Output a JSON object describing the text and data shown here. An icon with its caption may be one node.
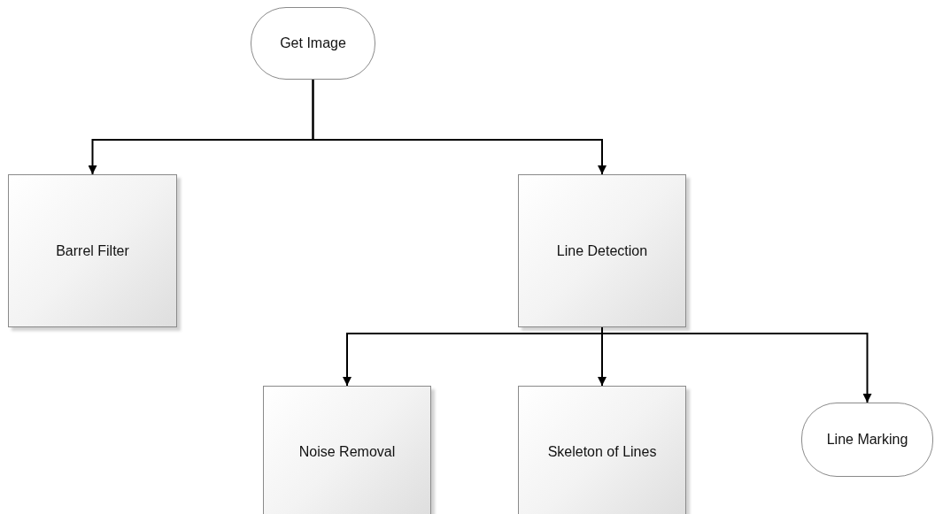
{
  "diagram": {
    "nodes": [
      {
        "text": [
          "Get Image"
        ]
      },
      {
        "text": [
          "Barrel Filter"
        ]
      },
      {
        "text": [
          "Line Detection"
        ]
      },
      {
        "text": [
          "Noise Removal"
        ]
      },
      {
        "text": [
          "Skeleton of Lines"
        ]
      },
      {
        "text": [
          "Line Marking"
        ]
      }
    ],
    "edges": [
      {
        "from": 0,
        "to": 1,
        "arrow": "to"
      },
      {
        "from": 0,
        "to": 2,
        "arrow": "to"
      },
      {
        "from": 2,
        "to": 3,
        "arrow": "to"
      },
      {
        "from": 2,
        "to": 4,
        "arrow": "to"
      },
      {
        "from": 2,
        "to": 5,
        "arrow": "to"
      }
    ]
  }
}
